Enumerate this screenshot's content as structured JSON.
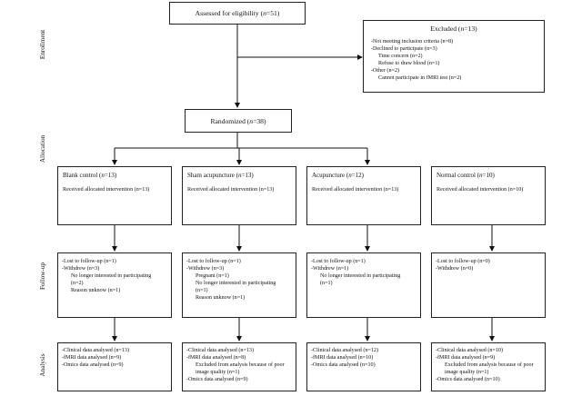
{
  "stages": {
    "enrollment": "Enrollment",
    "allocation": "Allocation",
    "follow_up": "Follow-up",
    "analysis": "Analysis"
  },
  "assessed": {
    "pre": "Assessed for eligibility (",
    "n": "n",
    "post": "=51)"
  },
  "excluded": {
    "title_pre": "Excluded (",
    "title_post": "=13)",
    "lines": [
      "-Not meeting inclusion criteria (n=8)",
      "-Declined to participate (n=3)",
      "Time concern (n=2)",
      "Refuse to draw blood (n=1)",
      "-Other (n=2)",
      "Cannot participate in fMRI test (n=2)"
    ]
  },
  "randomized": {
    "pre": "Randomized (",
    "post": "=38)"
  },
  "groups": [
    {
      "title_pre": "Blank control (",
      "title_post": "=13)",
      "received": "Received allocated intervention (n=13)"
    },
    {
      "title_pre": "Sham acupuncture (",
      "title_post": "=13)",
      "received": "Received allocated intervention (n=13)"
    },
    {
      "title_pre": "Acupuncture (",
      "title_post": "=12)",
      "received": "Received allocated intervention (n=13)"
    },
    {
      "title_pre": "Normal control (",
      "title_post": "=10)",
      "received": "Received allocated intervention (n=10)"
    }
  ],
  "followup": [
    [
      "-Lost to follow-up (n=1)",
      "-Withdrew (n=3)",
      "No longer interested in participating",
      "(n=2)",
      "Reason unknow (n=1)"
    ],
    [
      "-Lost to follow-up (n=1)",
      "-Withdrew (n=3)",
      "Pregnant (n=1)",
      "No longer interested in participating",
      "(n=1)",
      "Reason unknow (n=1)"
    ],
    [
      "-Lost to follow-up (n=1)",
      "-Withdrew (n=1)",
      "No longer interested in participating",
      "(n=1)"
    ],
    [
      "-Lost to follow-up (n=0)",
      "-Withdrew (n=0)"
    ]
  ],
  "analysis": [
    [
      "-Clinical data analysed (n=13)",
      "-fMRI data analysed (n=9)",
      "-Omics data analysed (n=9)"
    ],
    [
      "-Clinical data analysed (n=13)",
      "-fMRI data analysed (n=8)",
      "Excluded from analysis because of poor",
      "image quality (n=1)",
      "-Omics data analysed (n=9)"
    ],
    [
      "-Clinical data analysed (n=12)",
      "-fMRI data analysed (n=10)",
      "-Omics data analysed (n=10)"
    ],
    [
      "-Clinical data analysed (n=10)",
      "-fMRI data analysed (n=9)",
      "Excluded from analysis because of poor",
      "image quality (n=1)",
      "-Omics data analysed (n=10)"
    ]
  ]
}
